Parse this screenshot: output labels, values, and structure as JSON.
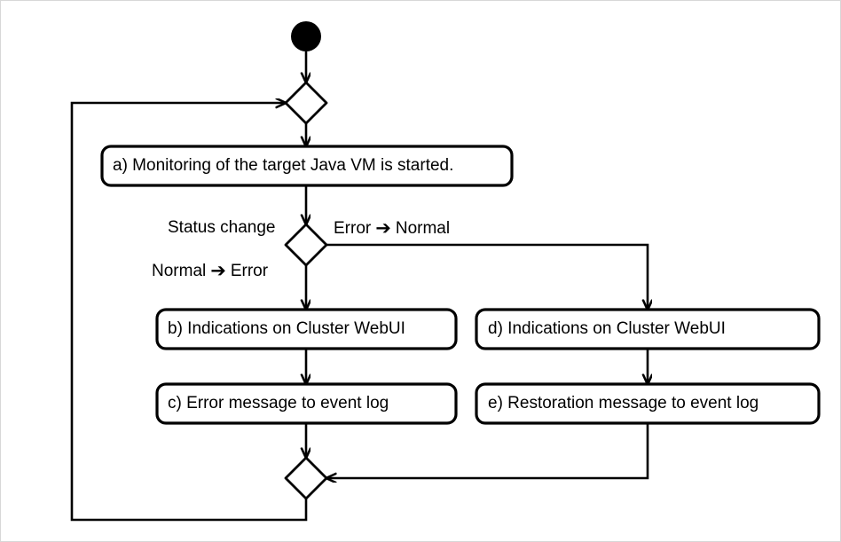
{
  "diagram": {
    "type": "uml-activity-diagram",
    "background_color": "#ffffff",
    "stroke_color": "#000000",
    "border_color": "#d8d8d8",
    "nodes": [
      {
        "id": "initial",
        "kind": "initial-node",
        "label": ""
      },
      {
        "id": "merge-top",
        "kind": "merge-node",
        "label": ""
      },
      {
        "id": "action-a",
        "kind": "action",
        "label": "a) Monitoring of the target Java VM is started."
      },
      {
        "id": "decision-status",
        "kind": "decision-node",
        "label": ""
      },
      {
        "id": "action-b",
        "kind": "action",
        "label": "b) Indications on Cluster WebUI"
      },
      {
        "id": "action-c",
        "kind": "action",
        "label": "c) Error message to event log"
      },
      {
        "id": "action-d",
        "kind": "action",
        "label": "d) Indications on Cluster WebUI"
      },
      {
        "id": "action-e",
        "kind": "action",
        "label": "e) Restoration message to event log"
      },
      {
        "id": "merge-bottom",
        "kind": "merge-node",
        "label": ""
      }
    ],
    "edge_labels": [
      {
        "id": "guard-status-change",
        "text": "Status change"
      },
      {
        "id": "guard-error-to-normal",
        "from_state": "Error",
        "arrow": "➔",
        "to_state": "Normal"
      },
      {
        "id": "guard-normal-to-error",
        "from_state": "Normal",
        "arrow": "➔",
        "to_state": "Error"
      }
    ]
  }
}
